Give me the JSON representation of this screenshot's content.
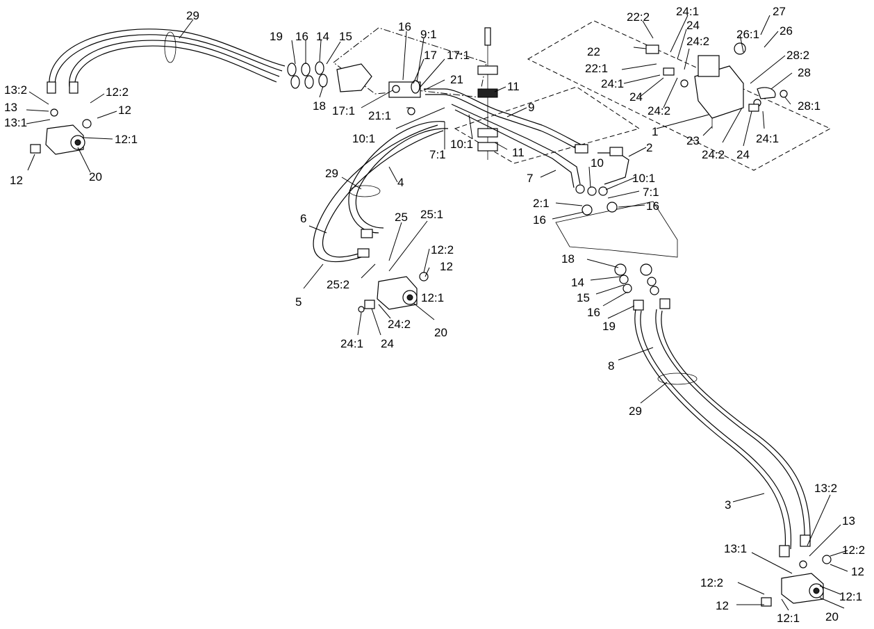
{
  "labels": {
    "l29a": "29",
    "l19a": "19",
    "l16a": "16",
    "l14a": "14",
    "l15a": "15",
    "l18a": "18",
    "l16b": "16",
    "l9_1": "9:1",
    "l17": "17",
    "l17_1a": "17:1",
    "l21": "21",
    "l21_1": "21:1",
    "l17_1b": "17:1",
    "l13_2a": "13:2",
    "l13a": "13",
    "l13_1a": "13:1",
    "l12_2a": "12:2",
    "l12a": "12",
    "l12_1a": "12:1",
    "l12b": "12",
    "l20a": "20",
    "l22_2": "22:2",
    "l22": "22",
    "l22_1": "22:1",
    "l24_1a": "24:1",
    "l24a": "24",
    "l24_2a": "24:2",
    "l27": "27",
    "l26_1": "26:1",
    "l26": "26",
    "l28_2": "28:2",
    "l28": "28",
    "l28_1": "28:1",
    "l24_1b": "24:1",
    "l24b": "24",
    "l24_2b": "24:2",
    "l1": "1",
    "l23": "23",
    "l24_2c": "24:2",
    "l24c": "24",
    "l24_1c": "24:1",
    "l11a": "11",
    "l9": "9",
    "l10_1a": "10:1",
    "l7_1a": "7:1",
    "l10_1b": "10:1",
    "l11b": "11",
    "l2": "2",
    "l10": "10",
    "l7": "7",
    "l10_1c": "10:1",
    "l7_1b": "7:1",
    "l2_1": "2:1",
    "l16c": "16",
    "l16d": "16",
    "l29b": "29",
    "l4": "4",
    "l6": "6",
    "l25": "25",
    "l25_1": "25:1",
    "l12_2b": "12:2",
    "l12c": "12",
    "l12_1b": "12:1",
    "l5": "5",
    "l25_2": "25:2",
    "l20b": "20",
    "l24_2d": "24:2",
    "l24_1d": "24:1",
    "l24d": "24",
    "l18b": "18",
    "l14b": "14",
    "l15b": "15",
    "l16e": "16",
    "l19b": "19",
    "l8": "8",
    "l29c": "29",
    "l3": "3",
    "l13_2b": "13:2",
    "l13b": "13",
    "l13_1b": "13:1",
    "l12_2c": "12:2",
    "l12d": "12",
    "l12_2d": "12:2",
    "l12_1c": "12:1",
    "l12e": "12",
    "l12_1d": "12:1",
    "l20c": "20"
  }
}
